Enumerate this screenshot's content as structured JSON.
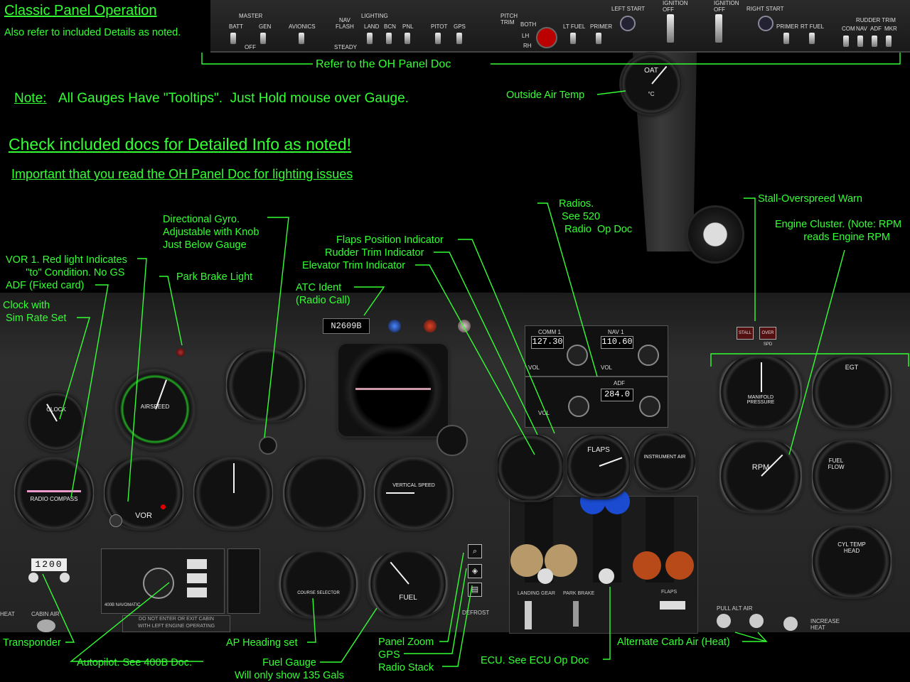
{
  "title": "Classic Panel Operation",
  "subtitle": "Also refer to included Details as noted.",
  "note_label": "Note:",
  "note_text": "All Gauges Have \"Tooltips\".  Just Hold mouse over Gauge.",
  "check_docs": "Check included docs for Detailed Info as noted!",
  "important": "Important that you read the OH Panel Doc for lighting issues",
  "oh_panel_ref": "Refer to the OH Panel Doc",
  "annotations": {
    "outside_air_temp": "Outside Air Temp",
    "radios": "Radios.\n See 520\n  Radio  Op Doc",
    "stall_warn": "Stall-Overspreed Warn",
    "engine_cluster": "Engine Cluster. (Note: RPM\n          reads Engine RPM",
    "directional_gyro": "Directional Gyro.\nAdjustable with Knob\nJust Below Gauge",
    "flaps_indicator": "Flaps Position Indicator",
    "rudder_trim": "Rudder Trim Indicator",
    "elevator_trim": "Elevator Trim Indicator",
    "vor1": "VOR 1. Red light Indicates\n       \"to\" Condition. No GS",
    "park_brake": "Park Brake Light",
    "adf": "ADF (Fixed card)",
    "atc_ident": "ATC Ident\n(Radio Call)",
    "clock": "Clock with\n Sim Rate Set",
    "transponder": "Transponder",
    "autopilot": "Autopilot. See 400B Doc.",
    "ap_heading": "AP Heading set",
    "fuel_gauge": "Fuel Gauge\nWill only show 135 Gals",
    "panel_zoom": "Panel Zoom",
    "gps": "GPS",
    "radio_stack": "Radio Stack",
    "ecu": "ECU. See ECU Op Doc",
    "alt_carb": "Alternate Carb Air (Heat)"
  },
  "overhead": {
    "master": "MASTER",
    "batt": "BATT",
    "gen": "GEN",
    "off": "OFF",
    "avionics": "AVIONICS",
    "nav_flash": "NAV\nFLASH",
    "steady": "STEADY",
    "lighting": "LIGHTING",
    "land": "LAND",
    "bcn": "BCN",
    "pnl": "PNL",
    "pitot": "PITOT",
    "gps": "GPS",
    "pitch_trim": "PITCH\nTRIM",
    "both": "BOTH",
    "lh": "LH",
    "rh": "RH",
    "lt_fuel": "LT FUEL",
    "primer": "PRIMER",
    "left_start": "LEFT START",
    "ignition_off": "IGNITION\nOFF",
    "right_start": "RIGHT START",
    "rt_fuel": "RT FUEL",
    "rudder_trim": "RUDDER TRIM",
    "com": "COM",
    "nav": "NAV",
    "adf": "ADF",
    "mkr": "MKR"
  },
  "gauges": {
    "oat": "OAT",
    "oat_unit": "°C",
    "airspeed": "AIRSPEED",
    "clock": "CLOCK",
    "radio_compass": "RADIO COMPASS",
    "vor": "VOR",
    "vsi": "VERTICAL SPEED",
    "fuel": "FUEL",
    "flaps": "FLAPS",
    "instrument_air": "INSTRUMENT AIR",
    "manifold": "MANIFOLD\nPRESSURE",
    "egt": "EGT",
    "rpm": "RPM",
    "fuel_flow": "FUEL\nFLOW",
    "cyl_temp": "CYL TEMP\nHEAD",
    "course_selector": "COURSE SELECTOR"
  },
  "radios": {
    "comm1_label": "COMM 1",
    "comm1_freq": "127.30",
    "nav1_label": "NAV 1",
    "nav1_freq": "110.60",
    "adf_label": "ADF",
    "adf_freq": "284.0",
    "vol": "VOL"
  },
  "tail_number": "N2609B",
  "transponder_code": "1200",
  "placard": "DO NOT ENTER OR EXIT CABIN\nWITH LEFT ENGINE OPERATING",
  "stall_labels": [
    "STALL",
    "OVER SPD"
  ],
  "misc": {
    "heat": "HEAT",
    "cabin_air": "CABIN AIR",
    "defrost": "DEFROST",
    "pull_alt_air": "PULL ALT AIR",
    "increase_heat": "INCREASE\nHEAT",
    "ap_label": "400B NAVOMATIC",
    "landing_gear": "LANDING GEAR",
    "park_brake": "PARK BRAKE",
    "flaps": "FLAPS"
  }
}
